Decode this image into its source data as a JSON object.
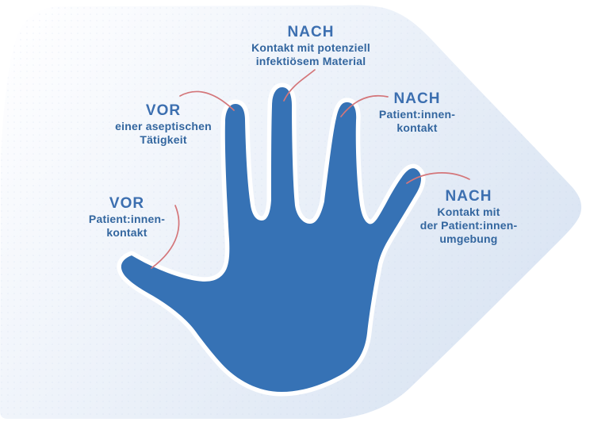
{
  "colors": {
    "hand": "#3672b5",
    "hand_outline": "#ffffff",
    "leader": "#d4767a",
    "heading": "#3c6fb0",
    "body": "#33669f",
    "blob_light": "#fefeff",
    "blob_mid1": "#f1f5fb",
    "blob_mid2": "#e3ebf6",
    "blob_dark": "#d5e1f1"
  },
  "labels": {
    "before_aseptic": {
      "heading": "VOR",
      "lines": [
        "einer aseptischen",
        "Tätigkeit"
      ]
    },
    "after_infectious": {
      "heading": "NACH",
      "lines": [
        "Kontakt mit potenziell",
        "infektiösem Material"
      ]
    },
    "after_patient": {
      "heading": "NACH",
      "lines": [
        "Patient:innen-",
        "kontakt"
      ]
    },
    "after_surroundings": {
      "heading": "NACH",
      "lines": [
        "Kontakt mit",
        "der Patient:innen-",
        "umgebung"
      ]
    },
    "before_patient": {
      "heading": "VOR",
      "lines": [
        "Patient:innen-",
        "kontakt"
      ]
    }
  }
}
